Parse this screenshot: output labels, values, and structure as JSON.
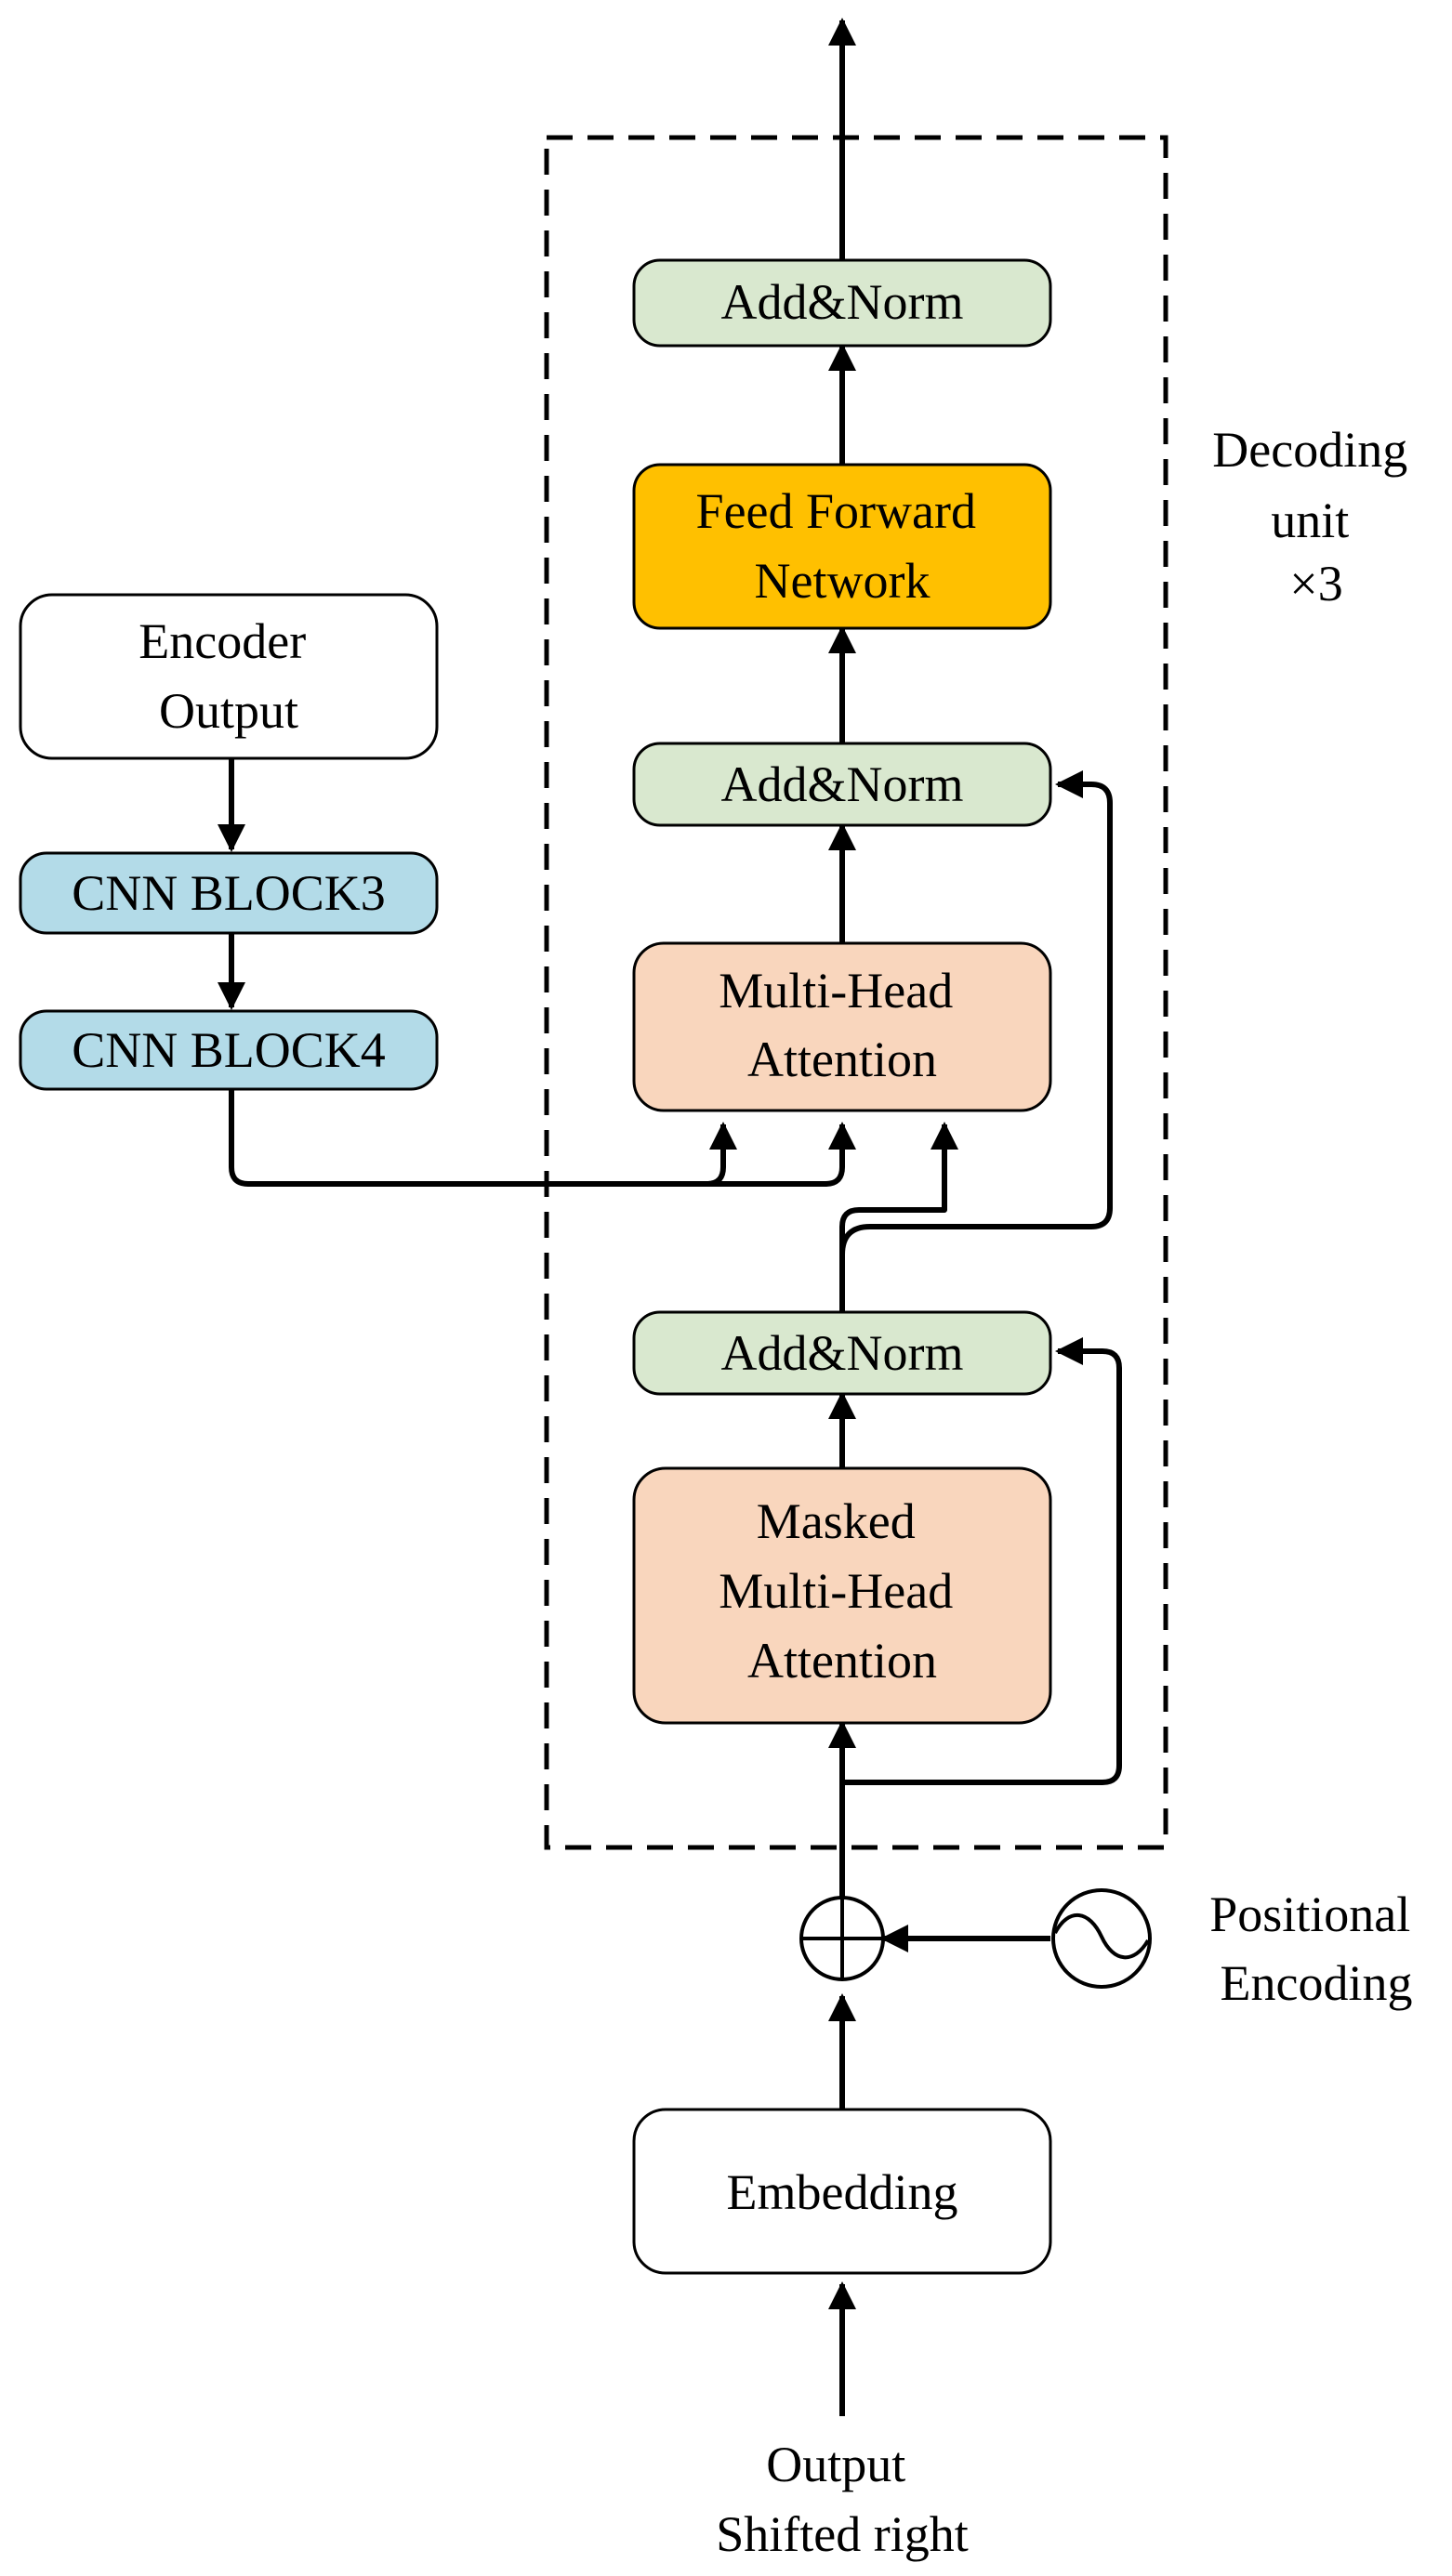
{
  "colors": {
    "add_norm": "#d9e8cf",
    "feed_forward": "#ffc000",
    "attention": "#f9d6bd",
    "cnn_block": "#b3dbe8",
    "plain": "#ffffff",
    "line": "#000000"
  },
  "blocks": {
    "add_norm_top": "Add&Norm",
    "feed_forward": [
      "Feed Forward",
      "Network"
    ],
    "add_norm_mid": "Add&Norm",
    "multi_head_attention": [
      "Multi-Head",
      "Attention"
    ],
    "add_norm_low": "Add&Norm",
    "masked_attention": [
      "Masked",
      "Multi-Head",
      "Attention"
    ],
    "embedding": "Embedding",
    "encoder_output": [
      "Encoder",
      "Output"
    ],
    "cnn_block3": "CNN BLOCK3",
    "cnn_block4": "CNN BLOCK4"
  },
  "labels": {
    "decoding_unit": [
      "Decoding",
      "unit",
      "×3"
    ],
    "positional_encoding": [
      "Positional",
      "Encoding"
    ],
    "input": [
      "Output",
      "Shifted right"
    ]
  },
  "icons": {
    "adder": "circle-plus-icon",
    "sinusoid": "sine-wave-icon"
  }
}
